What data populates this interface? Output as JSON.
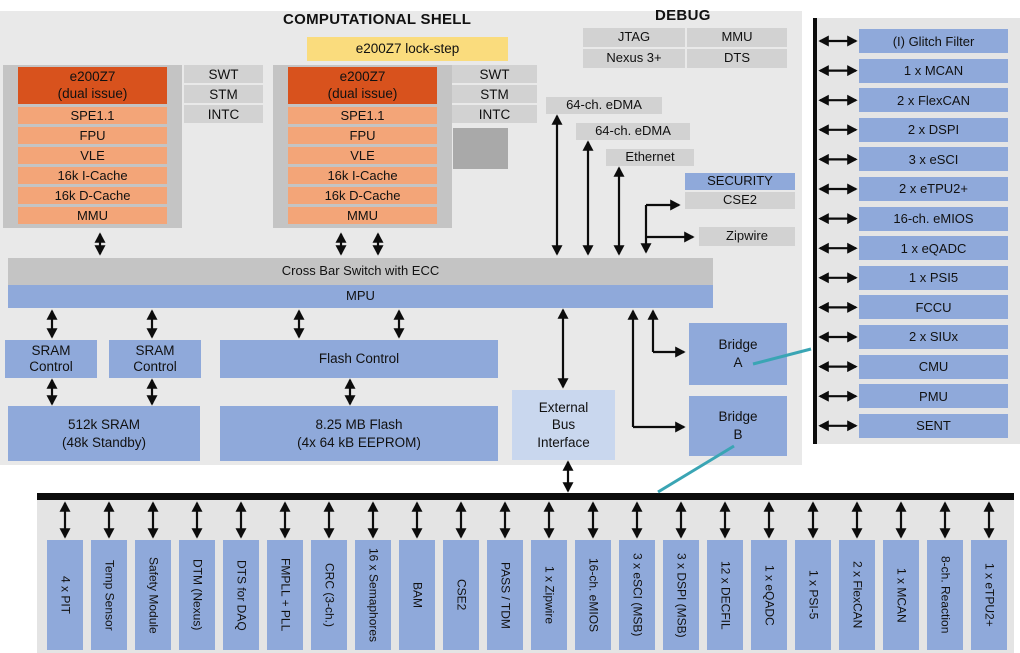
{
  "shell": {
    "title": "COMPUTATIONAL SHELL",
    "lockstep_label": "e200Z7 lock-step"
  },
  "debug": {
    "title": "DEBUG",
    "items": [
      "JTAG",
      "MMU",
      "Nexus 3+",
      "DTS"
    ]
  },
  "core": {
    "title": "e200Z7",
    "subtitle": "(dual issue)",
    "features": [
      "SPE1.1",
      "FPU",
      "VLE",
      "16k I-Cache",
      "16k D-Cache",
      "MMU"
    ],
    "side_modules": [
      "SWT",
      "STM",
      "INTC"
    ]
  },
  "dma": {
    "edma_a": "64-ch. eDMA",
    "edma_b": "64-ch. eDMA",
    "ethernet": "Ethernet"
  },
  "security": {
    "title": "SECURITY",
    "cse2": "CSE2",
    "zipwire": "Zipwire"
  },
  "interconnect": {
    "crossbar": "Cross Bar Switch with ECC",
    "mpu": "MPU"
  },
  "memory": {
    "sram_ctrl_lines": [
      "SRAM",
      "Control"
    ],
    "flash_ctrl": "Flash Control",
    "sram_lines": [
      "512k SRAM",
      "(48k Standby)"
    ],
    "flash_lines": [
      "8.25 MB Flash",
      "(4x 64 kB EEPROM)"
    ]
  },
  "ebi_lines": [
    "External",
    "Bus",
    "Interface"
  ],
  "bridge_a_lines": [
    "Bridge",
    "A"
  ],
  "bridge_b_lines": [
    "Bridge",
    "B"
  ],
  "right_panel": {
    "items": [
      "(I) Glitch Filter",
      "1 x MCAN",
      "2 x FlexCAN",
      "2 x DSPI",
      "3 x eSCI",
      "2 x eTPU2+",
      "16-ch. eMIOS",
      "1 x eQADC",
      "1 x PSI5",
      "FCCU",
      "2 x SIUx",
      "CMU",
      "PMU",
      "SENT"
    ]
  },
  "bottom_panel": {
    "items": [
      "4 x PIT",
      "Temp Sensor",
      "Safety Module",
      "DTM (Nexus)",
      "DTS for DAQ",
      "FMPLL + PLL",
      "CRC (3-ch.)",
      "16 x Semaphores",
      "BAM",
      "CSE2",
      "PASS / TDM",
      "1 x Zipwire",
      "16-ch. eMIOS",
      "3 x eSCI (MSB)",
      "3 x DSPI (MSB)",
      "12 x DECFIL",
      "1 x eQADC",
      "1 x PSI-5",
      "2 x FlexCAN",
      "1 x MCAN",
      "8-ch. Reaction",
      "1 x eTPU2+"
    ]
  },
  "colors": {
    "block_blue": "#8FA9DA",
    "core_orange": "#D8521D",
    "core_salmon": "#F3A578",
    "lockstep_yellow": "#FADC7D",
    "module_gray": "#D2D2D2",
    "container_gray": "#C4C4C4",
    "panel_gray": "#E9E9E9",
    "ebi_light_blue": "#C9D7EE",
    "connector_teal": "#3AA5B4",
    "arrow_black": "#0C0C0C"
  }
}
